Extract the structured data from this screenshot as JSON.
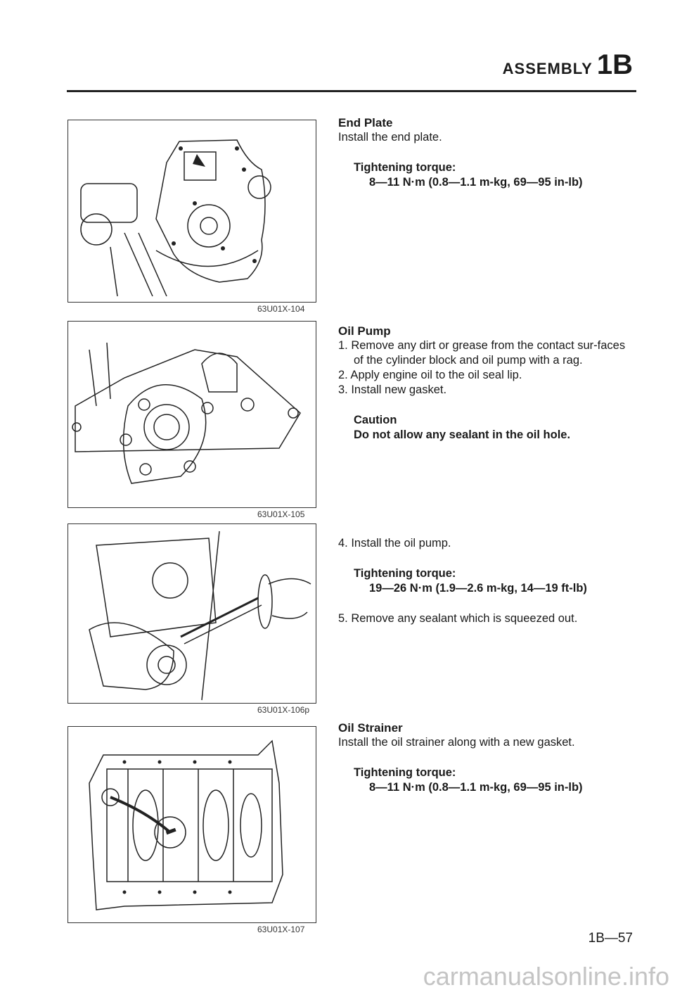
{
  "header": {
    "section": "ASSEMBLY",
    "chapter": "1B"
  },
  "figures": [
    {
      "caption": "63U01X-104"
    },
    {
      "caption": "63U01X-105"
    },
    {
      "caption": "63U01X-106p"
    },
    {
      "caption": "63U01X-107"
    }
  ],
  "end_plate": {
    "title": "End Plate",
    "line": "Install the end plate.",
    "torque_label": "Tightening torque:",
    "torque_value": "8—11 N·m (0.8—1.1 m-kg, 69—95 in-lb)"
  },
  "oil_pump": {
    "title": "Oil Pump",
    "steps": [
      "1. Remove any dirt or grease from the contact sur-faces of the cylinder block and oil pump with a rag.",
      "2. Apply engine oil to the oil seal lip.",
      "3. Install new gasket."
    ],
    "caution_title": "Caution",
    "caution_text": "Do not allow any sealant in the oil hole."
  },
  "oil_pump_install": {
    "step4": "4. Install the oil pump.",
    "torque_label": "Tightening torque:",
    "torque_value": "19—26 N·m (1.9—2.6 m-kg, 14—19 ft-lb)",
    "step5": "5. Remove any sealant which is squeezed out."
  },
  "oil_strainer": {
    "title": "Oil Strainer",
    "line": "Install the oil strainer along with a new gasket.",
    "torque_label": "Tightening torque:",
    "torque_value": "8—11 N·m (0.8—1.1 m-kg, 69—95 in-lb)"
  },
  "page_number": "1B—57",
  "watermark": "carmanualsonline.info"
}
